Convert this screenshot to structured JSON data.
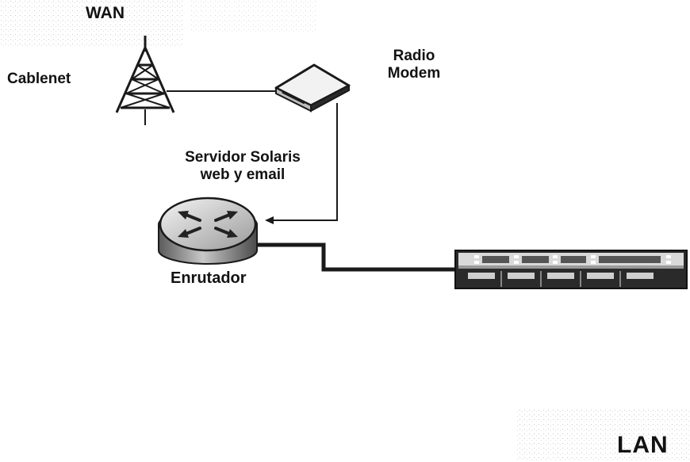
{
  "labels": {
    "wan": "WAN",
    "cablenet": "Cablenet",
    "radio_modem": [
      "Radio",
      "Modem"
    ],
    "servidor": [
      "Servidor Solaris",
      "web y email"
    ],
    "enrutador": "Enrutador",
    "lan": "LAN"
  },
  "icons": {
    "tower": "radio-tower-icon",
    "modem": "radio-modem-icon",
    "router": "router-icon",
    "switch": "network-switch-icon"
  },
  "colors": {
    "line": "#1a1a1a",
    "device_dark": "#2a2a2a",
    "device_light": "#d9d9d9"
  }
}
